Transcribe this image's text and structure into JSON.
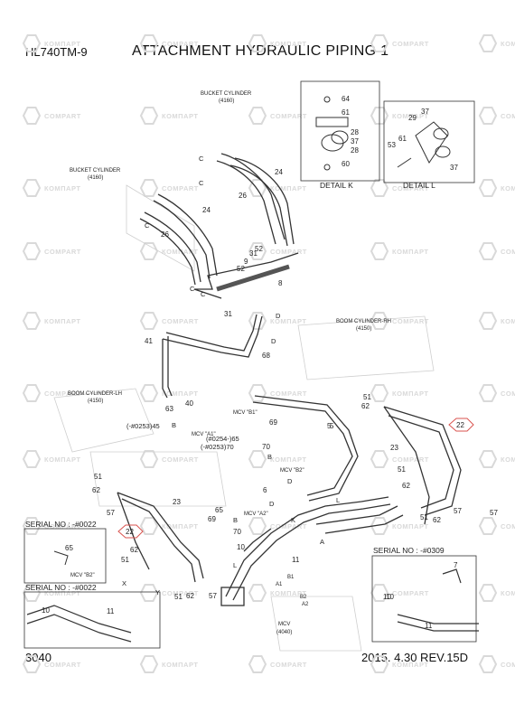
{
  "header": {
    "model": "HL740TM-9",
    "title": "ATTACHMENT HYDRAULIC PIPING 1"
  },
  "footer": {
    "page_number": "3040",
    "revision": "2015. 4.30  REV.15D"
  },
  "watermark": {
    "text_latin": "COMPART",
    "text_cyrillic": "КОМПАРТ",
    "color": "#d9d9d9"
  },
  "components": {
    "bucket_cylinder_top": {
      "name": "BUCKET CYLINDER",
      "code": "(4160)"
    },
    "bucket_cylinder_left": {
      "name": "BUCKET CYLINDER",
      "code": "(4160)"
    },
    "boom_cylinder_rh": {
      "name": "BOOM CYLINDER-RH",
      "code": "(4150)"
    },
    "boom_cylinder_lh": {
      "name": "BOOM CYLINDER-LH",
      "code": "(4150)"
    },
    "mcv_main": {
      "name": "MCV",
      "code": "(4040)"
    }
  },
  "details": {
    "k": {
      "title": "DETAIL K",
      "parts": [
        "64",
        "61",
        "28",
        "37",
        "28",
        "60"
      ]
    },
    "l": {
      "title": "DETAIL L",
      "parts": [
        "29",
        "37",
        "61",
        "53",
        "37"
      ]
    }
  },
  "ports": {
    "b1": "MCV \"B1\"",
    "a1": "MCV \"A1\"",
    "b2": "MCV \"B2\"",
    "a2": "MCV \"A2\"",
    "b2_inset": "MCV \"B2\""
  },
  "serial_ranges": {
    "s1": "(-#0253)45",
    "s2": "(#0254-)65",
    "s3": "(-#0253)70"
  },
  "serial_boxes": {
    "left_top": {
      "label": "SERIAL NO : -#0022",
      "parts": [
        "65"
      ]
    },
    "left_bottom": {
      "label": "SERIAL NO : -#0022",
      "parts": [
        "10",
        "11"
      ]
    },
    "right": {
      "label": "SERIAL NO : -#0309",
      "parts": [
        "7",
        "10",
        "11"
      ]
    }
  },
  "highlight_callouts": [
    "22",
    "22"
  ],
  "callout_color": "#d9534f",
  "view_letters": [
    "C",
    "C",
    "C",
    "C",
    "C",
    "D",
    "D",
    "D",
    "D",
    "B",
    "B",
    "B",
    "X",
    "Y",
    "L",
    "L",
    "K",
    "A"
  ],
  "part_numbers": [
    "24",
    "26",
    "24",
    "26",
    "52",
    "31",
    "9",
    "52",
    "8",
    "31",
    "41",
    "68",
    "63",
    "40",
    "5",
    "69",
    "70",
    "6",
    "65",
    "69",
    "70",
    "51",
    "62",
    "23",
    "57",
    "51",
    "62",
    "51",
    "62",
    "57",
    "10",
    "11",
    "5",
    "23",
    "51",
    "62",
    "57",
    "51",
    "62",
    "57",
    "10",
    "62",
    "51"
  ],
  "valve_port_labels": [
    "B1",
    "A1",
    "B2",
    "A2"
  ]
}
